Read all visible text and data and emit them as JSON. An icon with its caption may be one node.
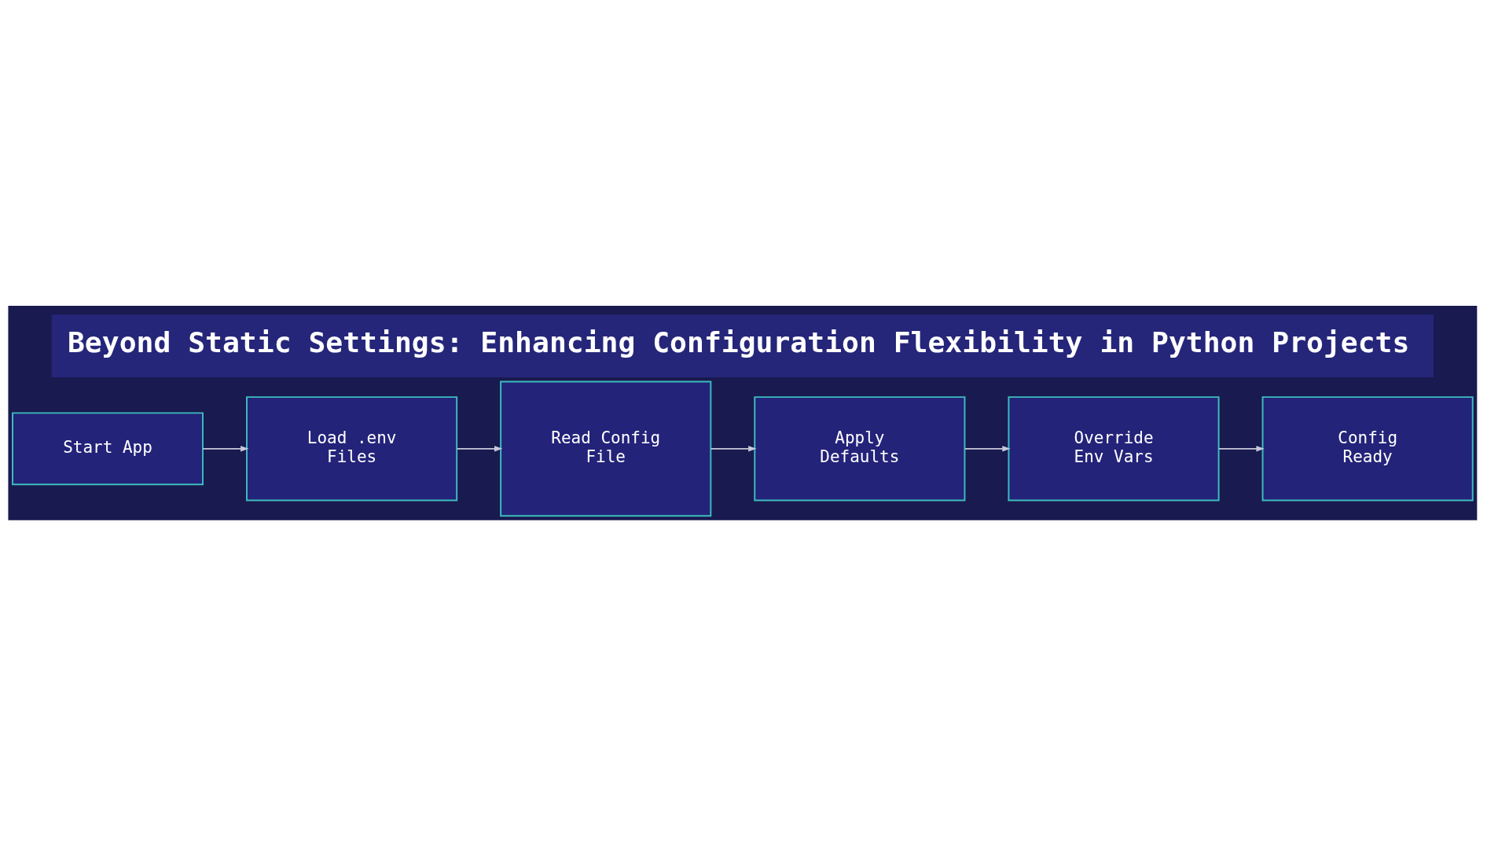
{
  "diagram": {
    "title": "Beyond Static Settings: Enhancing Configuration Flexibility in Python Projects",
    "nodes": [
      {
        "text": [
          "Start App"
        ]
      },
      {
        "text": [
          "Load .env Files"
        ]
      },
      {
        "text": [
          "Read Config File"
        ]
      },
      {
        "text": [
          "Apply Defaults"
        ]
      },
      {
        "text": [
          "Override Env Vars"
        ]
      },
      {
        "text": [
          "Config Ready"
        ]
      }
    ],
    "edges": [
      {
        "from": 0,
        "to": 1,
        "arrow": "to"
      },
      {
        "from": 1,
        "to": 2,
        "arrow": "to"
      },
      {
        "from": 2,
        "to": 3,
        "arrow": "to"
      },
      {
        "from": 3,
        "to": 4,
        "arrow": "to"
      },
      {
        "from": 4,
        "to": 5,
        "arrow": "to"
      }
    ]
  }
}
